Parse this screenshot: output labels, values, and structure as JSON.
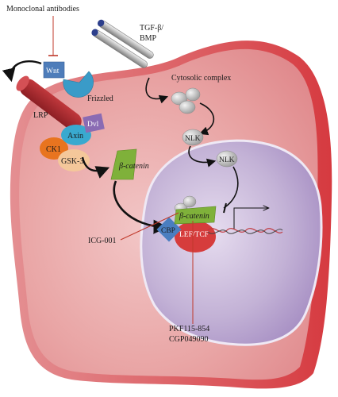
{
  "labels": {
    "monoclonal_antibodies": "Monoclonal antibodies",
    "wnt": "Wnt",
    "frizzled": "Frizzled",
    "lrp": "LRP",
    "dvl": "Dvl",
    "axin": "Axin",
    "ck1": "CK1",
    "gsk3": "GSK-3",
    "beta_catenin": "β-catenin",
    "tgf_line1": "TGF-β/",
    "tgf_line2": "BMP",
    "cytosolic_complex": "Cytosolic complex",
    "nlk_cytoplasm": "NLK",
    "nlk_nucleus": "NLK",
    "beta_catenin_nuclear": "β-catenin",
    "cbp": "CBP",
    "lef_tcf": "LEF/TCF",
    "icg": "ICG-001",
    "pkf_line1": "PKF115-854",
    "pkf_line2": "CGP049090"
  },
  "colors": {
    "cell_fill": "#e69d9d",
    "cell_edge": "#d8494d",
    "nucleus_fill": "#b6a2c8",
    "wnt": "#4e7dba",
    "frizzled": "#3a9bc8",
    "lrp": "#a12a2e",
    "axin": "#39a9cf",
    "dvl": "#8a6bb3",
    "ck1": "#e8741f",
    "gsk3": "#f4c79a",
    "beta_catenin": "#7fb13a",
    "cbp": "#4a7ec0",
    "lef_tcf": "#d63c3c",
    "grey_protein": "#c9c9c9",
    "inhibitor_line": "#c0392b"
  }
}
